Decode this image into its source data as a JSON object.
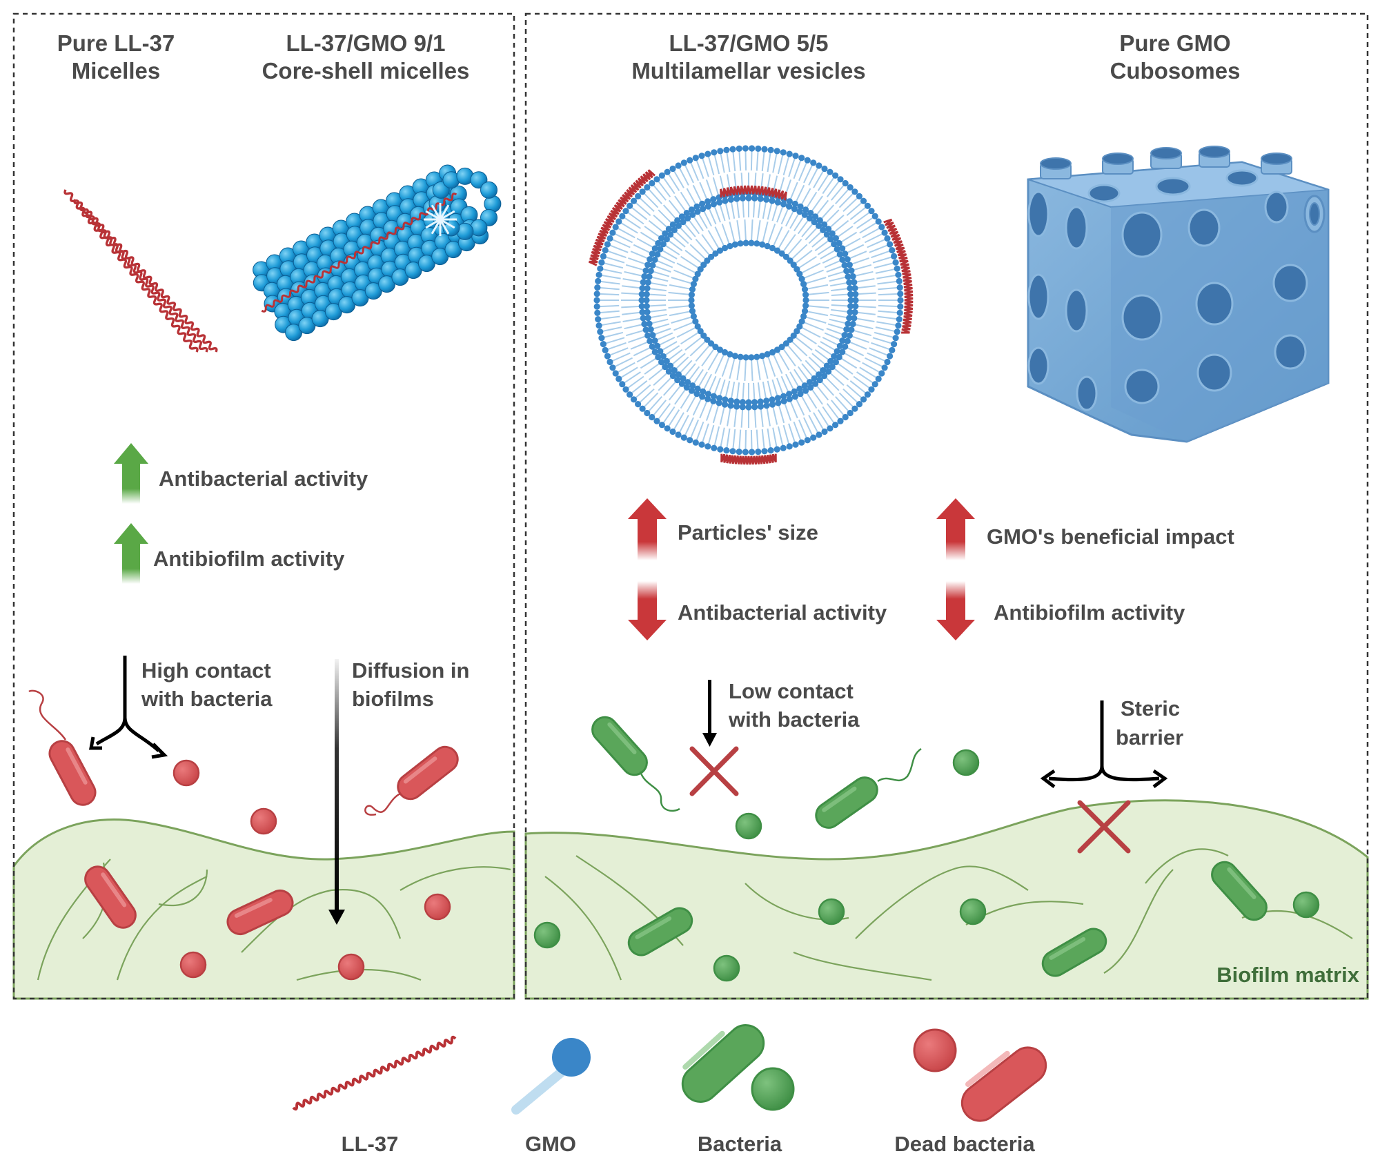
{
  "left_panel": {
    "title_1_line_1": "Pure LL-37",
    "title_1_line_2": "Micelles",
    "title_2_line_1": "LL-37/GMO 9/1",
    "title_2_line_2": "Core-shell micelles",
    "antibacterial_label": "Antibacterial activity",
    "antibiofilm_label": "Antibiofilm activity",
    "contact_line_1": "High contact",
    "contact_line_2": "with bacteria",
    "diffusion_line_1": "Diffusion in",
    "diffusion_line_2": "biofilms"
  },
  "right_panel": {
    "title_1_line_1": "LL-37/GMO 5/5",
    "title_1_line_2": "Multilamellar vesicles",
    "title_2_line_1": "Pure GMO",
    "title_2_line_2": "Cubosomes",
    "size_label": "Particles' size",
    "antibacterial_label": "Antibacterial activity",
    "gmo_impact_label": "GMO's beneficial impact",
    "antibiofilm_label": "Antibiofilm activity",
    "contact_line_1": "Low contact",
    "contact_line_2": "with bacteria",
    "steric_line_1": "Steric",
    "steric_line_2": "barrier",
    "matrix_label": "Biofilm matrix"
  },
  "legend": {
    "ll37": "LL-37",
    "gmo": "GMO",
    "bacteria": "Bacteria",
    "dead_bacteria": "Dead bacteria"
  },
  "colors": {
    "peptide_red": "#b83236",
    "dead_bacteria": "#d9575a",
    "live_bacteria": "#5aa65a",
    "gmo_blue": "#3a86c8",
    "cubosome_blue": "#76a8d6",
    "biofilm": "#e4efd6",
    "up_green": "#5aa846",
    "up_red": "#c9373a"
  }
}
